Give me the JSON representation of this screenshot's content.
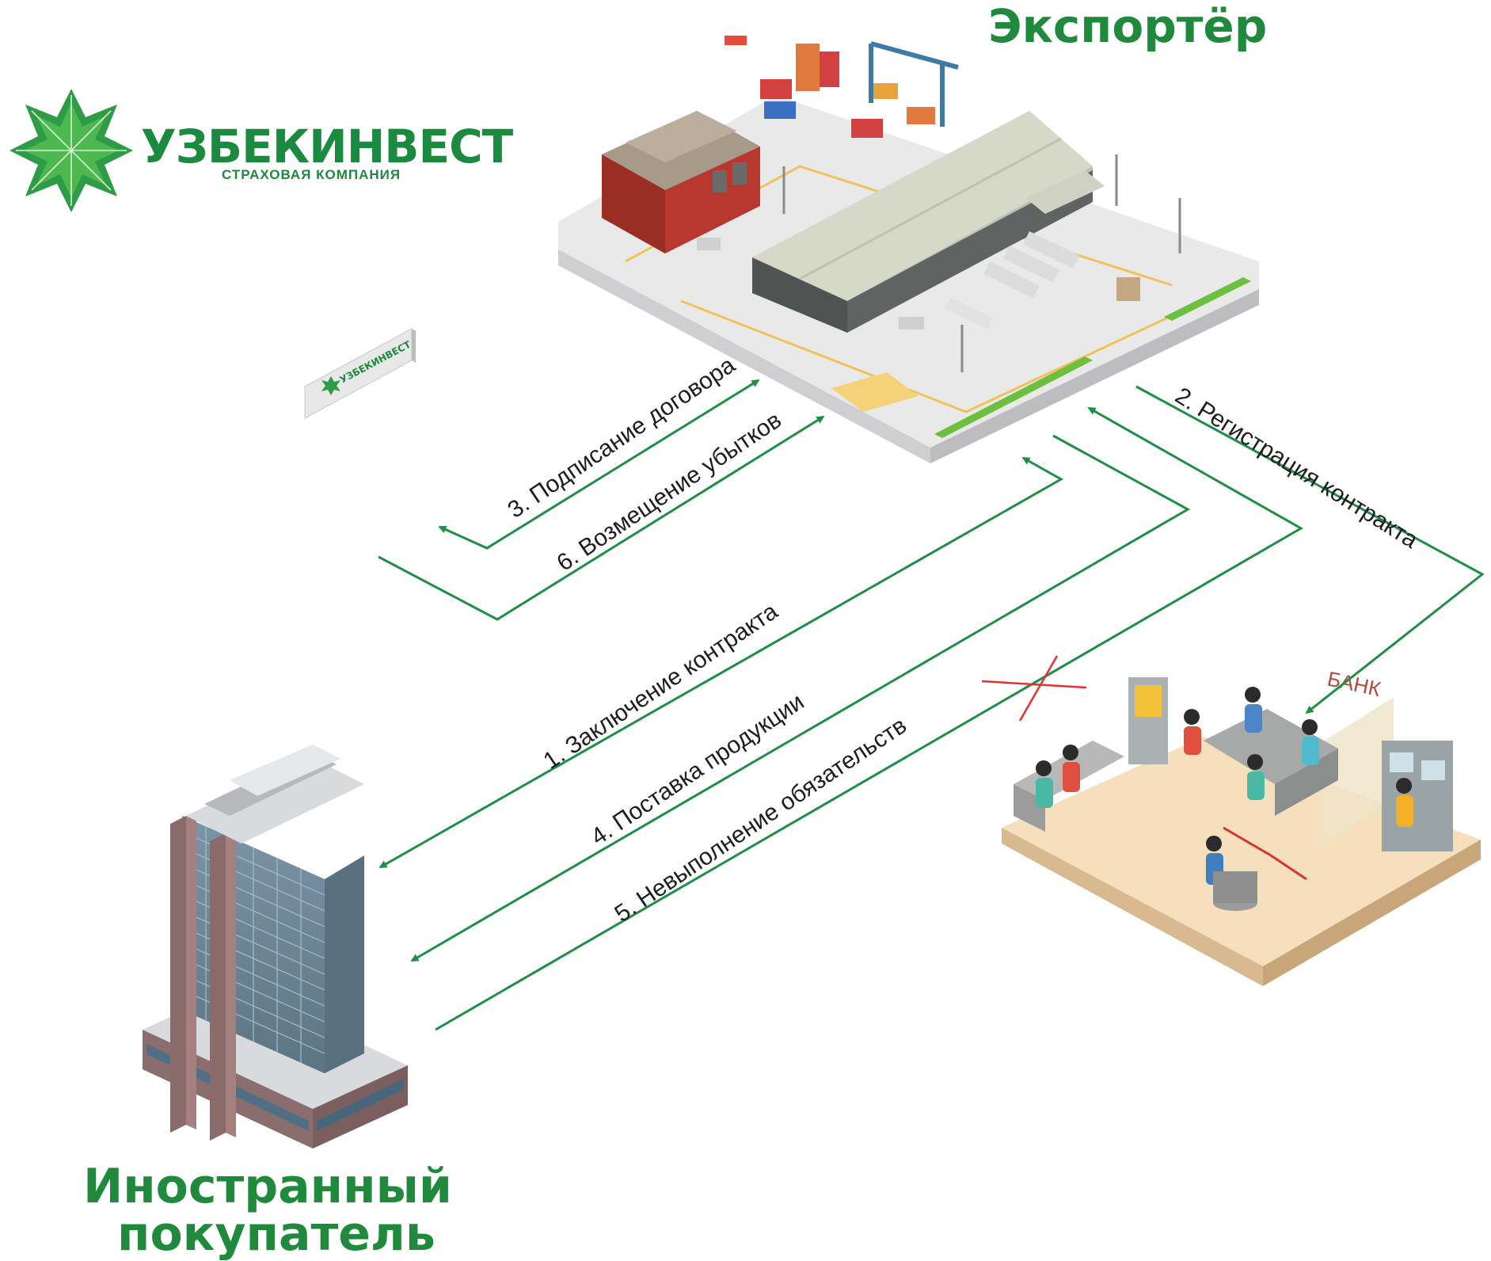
{
  "brand": {
    "name": "УЗБЕКИНВЕСТ",
    "subtitle": "СТРАХОВАЯ КОМПАНИЯ",
    "sign_text": "УЗБЕКИНВЕСТ",
    "logo_icon": "green-star-logo-icon"
  },
  "nodes": {
    "exporter": "Экспортёр",
    "buyer_line1": "Иностранный",
    "buyer_line2": "покупатель",
    "bank": "БАНК"
  },
  "steps": [
    "3. Подписание договора",
    "6. Возмещение убытков",
    "1.  Заключение контракта",
    "2.  Регистрация контракта",
    "4.  Поставка продукции",
    "5. Невыполнение обязательств"
  ],
  "colors": {
    "brand_green": "#1a8a3e",
    "arrow_green": "#1f8f45",
    "title_green": "#1f8a3c",
    "cross_red": "#e53030"
  }
}
